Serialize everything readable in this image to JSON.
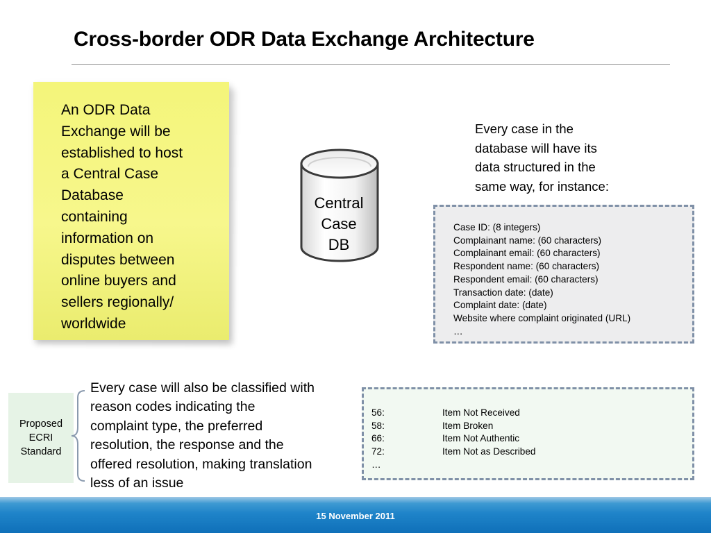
{
  "title": "Cross-border ODR Data Exchange Architecture",
  "sticky_note": {
    "lines": [
      "An ODR Data",
      "Exchange will be",
      "established to host",
      "a Central Case",
      "Database",
      "containing",
      "information on",
      "disputes between",
      "online buyers and",
      "sellers regionally/",
      "worldwide"
    ]
  },
  "database": {
    "label_lines": [
      "Central",
      "Case",
      "DB"
    ]
  },
  "intro": {
    "lines": [
      "Every case in the",
      "database will have its",
      "data structured in the",
      "same way, for instance:"
    ]
  },
  "fields": [
    "Case ID: (8 integers)",
    "Complainant name: (60 characters)",
    "Complainant email: (60 characters)",
    "Respondent name: (60 characters)",
    "Respondent email: (60 characters)",
    "Transaction date: (date)",
    "Complaint date: (date)",
    "Website where complaint originated (URL)",
    "…"
  ],
  "standard": {
    "lines": [
      "Proposed",
      "ECRI",
      "Standard"
    ]
  },
  "classification": {
    "lines": [
      "Every case will also be classified with",
      "reason codes indicating the",
      "complaint type, the preferred",
      "resolution, the response and the",
      "offered resolution, making translation",
      "less of an issue"
    ]
  },
  "reason_codes": [
    {
      "code": "56:",
      "label": "Item Not Received"
    },
    {
      "code": "58:",
      "label": "Item Broken"
    },
    {
      "code": "66:",
      "label": "Item Not Authentic"
    },
    {
      "code": "72:",
      "label": "Item Not as Described"
    }
  ],
  "reason_codes_more": "…",
  "footer": {
    "date": "15 November 2011"
  },
  "colors": {
    "sticky_note": "#f5f67e",
    "dashed_border": "#7f90a7",
    "footer_band": "#1f84c9"
  }
}
